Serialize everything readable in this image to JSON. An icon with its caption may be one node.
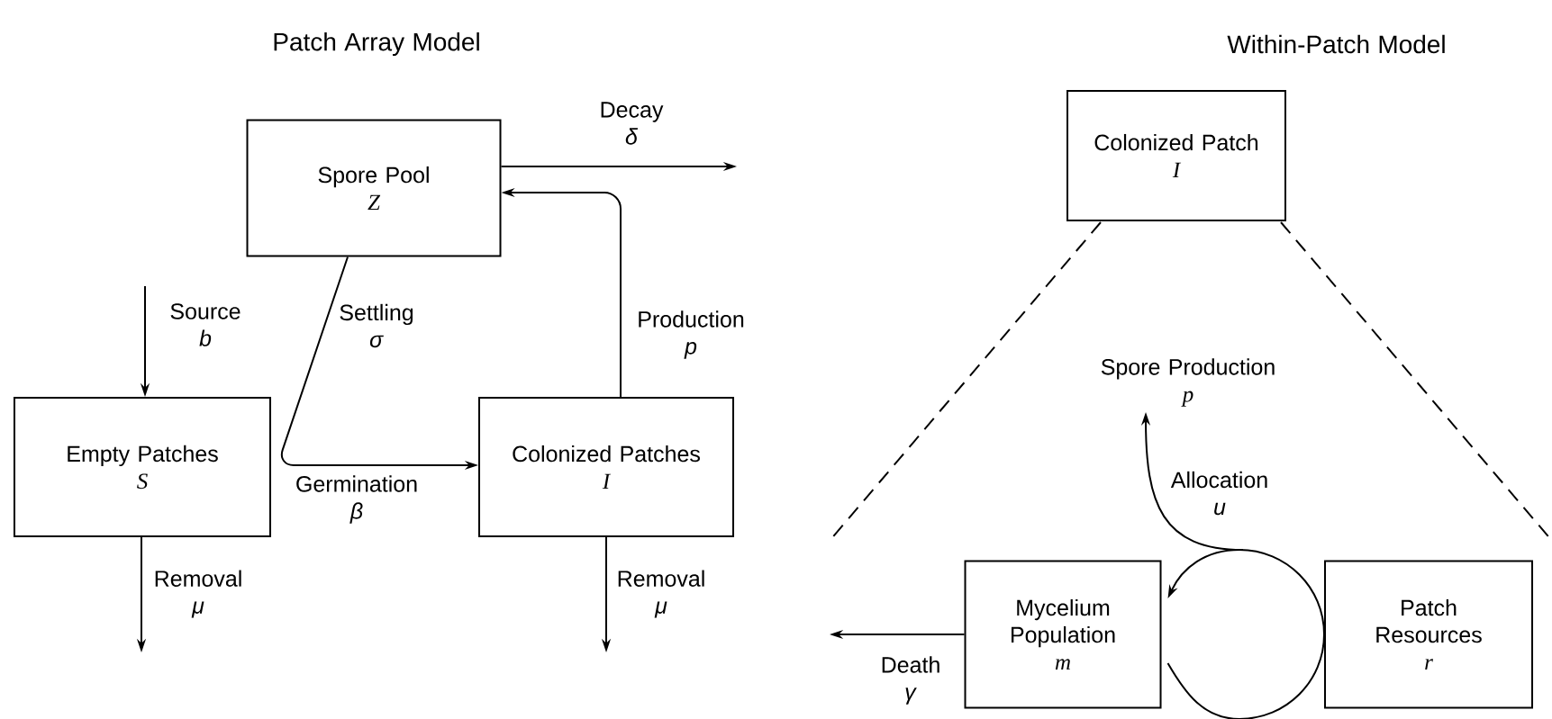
{
  "diagram": {
    "nodes": [
      {
        "text": [
          "Spore Pool",
          "Z"
        ]
      },
      {
        "text": [
          "Empty Patches",
          "S"
        ]
      },
      {
        "text": [
          "Colonized Patches",
          "I"
        ]
      },
      {
        "text": [
          "Colonized Patch",
          "I"
        ]
      },
      {
        "text": [
          "Mycelium Population",
          "m"
        ]
      },
      {
        "text": [
          "Patch Resources",
          "r"
        ]
      },
      {
        "text": [
          "Spore Production",
          "p"
        ]
      }
    ],
    "edges": [
      {
        "from": 0,
        "to": null,
        "arrow": "to",
        "label": "Decay *δ*"
      },
      {
        "from": null,
        "to": 1,
        "arrow": "to",
        "label": "Source *b*"
      },
      {
        "from": 0,
        "to": 2,
        "arrow": "to",
        "label": "Settling *σ*"
      },
      {
        "from": 2,
        "to": 0,
        "arrow": "to",
        "label": "Production *p*"
      },
      {
        "from": 1,
        "to": null,
        "arrow": "to",
        "label": "Removal *μ*"
      },
      {
        "from": 2,
        "to": null,
        "arrow": "to",
        "label": "Removal *μ*"
      },
      {
        "from": 5,
        "to": 4,
        "arrow": "to"
      },
      {
        "from": 5,
        "to": 4,
        "arrow": "none"
      },
      {
        "from": null,
        "to": 6,
        "arrow": "to",
        "label": "Allocation *u*"
      },
      {
        "from": 4,
        "to": null,
        "arrow": "to",
        "label": "Death *γ*"
      }
    ],
    "labels": [
      "Patch Array Model",
      "Within-Patch Model",
      "Germination *β*"
    ]
  }
}
